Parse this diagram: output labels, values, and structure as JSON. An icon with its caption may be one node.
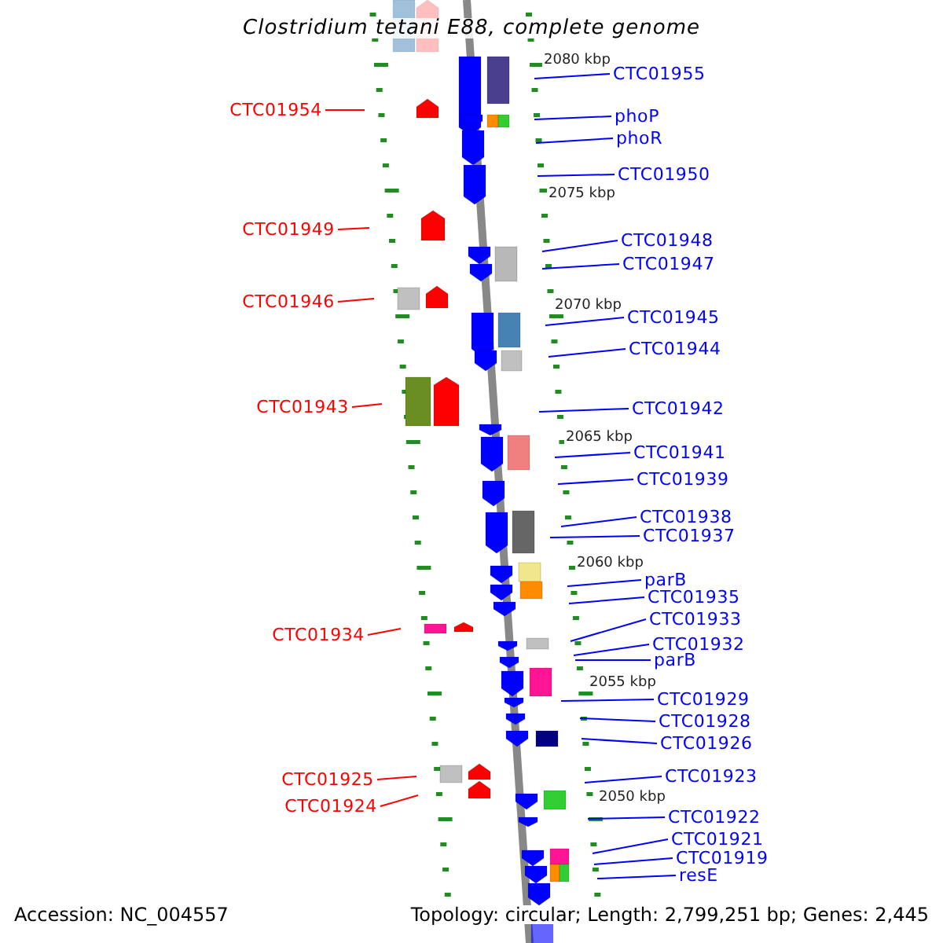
{
  "diagram": {
    "title": "Clostridium tetani E88, complete genome",
    "nodes": [
      {
        "text": [
          "CTC01954"
        ]
      },
      {
        "text": [
          "CTC01949"
        ]
      },
      {
        "text": [
          "CTC01946"
        ]
      },
      {
        "text": [
          "CTC01943"
        ]
      },
      {
        "text": [
          "CTC01934"
        ]
      },
      {
        "text": [
          "CTC01925"
        ]
      },
      {
        "text": [
          "CTC01924"
        ]
      },
      {
        "text": [
          "CTC01955"
        ]
      },
      {
        "text": [
          "phoP"
        ]
      },
      {
        "text": [
          "phoR"
        ]
      },
      {
        "text": [
          "CTC01950"
        ]
      },
      {
        "text": [
          "CTC01948"
        ]
      },
      {
        "text": [
          "CTC01947"
        ]
      },
      {
        "text": [
          "CTC01945"
        ]
      },
      {
        "text": [
          "CTC01944"
        ]
      },
      {
        "text": [
          "CTC01942"
        ]
      },
      {
        "text": [
          "CTC01941"
        ]
      },
      {
        "text": [
          "CTC01939"
        ]
      },
      {
        "text": [
          "CTC01938"
        ]
      },
      {
        "text": [
          "CTC01937"
        ]
      },
      {
        "text": [
          "parB"
        ]
      },
      {
        "text": [
          "CTC01935"
        ]
      },
      {
        "text": [
          "CTC01933"
        ]
      },
      {
        "text": [
          "CTC01932"
        ]
      },
      {
        "text": [
          "parB"
        ]
      },
      {
        "text": [
          "CTC01929"
        ]
      },
      {
        "text": [
          "CTC01928"
        ]
      },
      {
        "text": [
          "CTC01926"
        ]
      },
      {
        "text": [
          "CTC01923"
        ]
      },
      {
        "text": [
          "CTC01922"
        ]
      },
      {
        "text": [
          "CTC01921"
        ]
      },
      {
        "text": [
          "CTC01919"
        ]
      },
      {
        "text": [
          "resE"
        ]
      }
    ],
    "edges": [
      {
        "from": 0,
        "to": null,
        "arrow": "none",
        "color": "#ff0000"
      },
      {
        "from": 1,
        "to": null,
        "arrow": "none",
        "color": "#ff0000"
      },
      {
        "from": 2,
        "to": null,
        "arrow": "none",
        "color": "#ff0000"
      },
      {
        "from": 3,
        "to": null,
        "arrow": "none",
        "color": "#ff0000"
      },
      {
        "from": 4,
        "to": null,
        "arrow": "none",
        "color": "#ff0000"
      },
      {
        "from": 5,
        "to": null,
        "arrow": "none",
        "color": "#ff0000"
      },
      {
        "from": 6,
        "to": null,
        "arrow": "none",
        "color": "#ff0000"
      },
      {
        "from": 7,
        "to": null,
        "arrow": "none"
      },
      {
        "from": 8,
        "to": null,
        "arrow": "none"
      },
      {
        "from": 9,
        "to": null,
        "arrow": "none"
      },
      {
        "from": 10,
        "to": null,
        "arrow": "none"
      },
      {
        "from": 11,
        "to": null,
        "arrow": "none"
      },
      {
        "from": 12,
        "to": null,
        "arrow": "none"
      },
      {
        "from": 13,
        "to": null,
        "arrow": "none"
      },
      {
        "from": 14,
        "to": null,
        "arrow": "none"
      },
      {
        "from": 15,
        "to": null,
        "arrow": "none"
      },
      {
        "from": 16,
        "to": null,
        "arrow": "none"
      },
      {
        "from": 17,
        "to": null,
        "arrow": "none"
      },
      {
        "from": 18,
        "to": null,
        "arrow": "none"
      },
      {
        "from": 19,
        "to": null,
        "arrow": "none"
      },
      {
        "from": 20,
        "to": null,
        "arrow": "none"
      },
      {
        "from": 21,
        "to": null,
        "arrow": "none"
      },
      {
        "from": 22,
        "to": null,
        "arrow": "none"
      },
      {
        "from": 23,
        "to": null,
        "arrow": "none"
      },
      {
        "from": 24,
        "to": null,
        "arrow": "none"
      },
      {
        "from": 25,
        "to": null,
        "arrow": "none"
      },
      {
        "from": 26,
        "to": null,
        "arrow": "none"
      },
      {
        "from": 27,
        "to": null,
        "arrow": "none"
      },
      {
        "from": 28,
        "to": null,
        "arrow": "none"
      },
      {
        "from": 29,
        "to": null,
        "arrow": "none"
      },
      {
        "from": 30,
        "to": null,
        "arrow": "none"
      },
      {
        "from": 31,
        "to": null,
        "arrow": "none"
      },
      {
        "from": 32,
        "to": null,
        "arrow": "none"
      }
    ],
    "labels": [
      "2080 kbp",
      "2075 kbp",
      "2070 kbp",
      "2065 kbp",
      "2060 kbp",
      "2055 kbp",
      "2050 kbp",
      "Accession: NC_004557",
      "Topology: circular; Length: 2,799,251 bp; Genes: 2,445"
    ]
  }
}
